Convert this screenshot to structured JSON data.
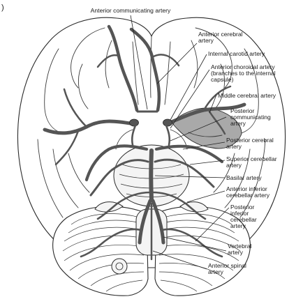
{
  "panel_label": ")",
  "labels": {
    "anterior_communicating": [
      "Anterior communicating artery"
    ],
    "anterior_cerebral": [
      "Anterior cerebral",
      "artery"
    ],
    "internal_carotid": [
      "Internal carotid artery"
    ],
    "anterior_choroidal": [
      "Anterior choroidal artery",
      "(branches to the internal",
      "capsule)"
    ],
    "middle_cerebral": [
      "Middle cerebral artery"
    ],
    "posterior_communicating": [
      "Posterior",
      "communicating",
      "artery"
    ],
    "posterior_cerebral": [
      "Posterior cerebral",
      "artery"
    ],
    "superior_cerebellar": [
      "Superior cerebellar",
      "artery"
    ],
    "basilar": [
      "Basilar artery"
    ],
    "anterior_inferior_cerebellar": [
      "Anterior inferior",
      "cerebellar artery"
    ],
    "posterior_inferior_cerebellar": [
      "Posterior",
      "inferior",
      "cerebellar",
      "artery"
    ],
    "vertebral": [
      "Vertebral",
      "artery"
    ],
    "anterior_spinal": [
      "Anterior spinal",
      "artery"
    ]
  },
  "colors": {
    "artery": "#555555",
    "insula_shading": "#a9a9a9",
    "line": "#2a2a2a"
  }
}
